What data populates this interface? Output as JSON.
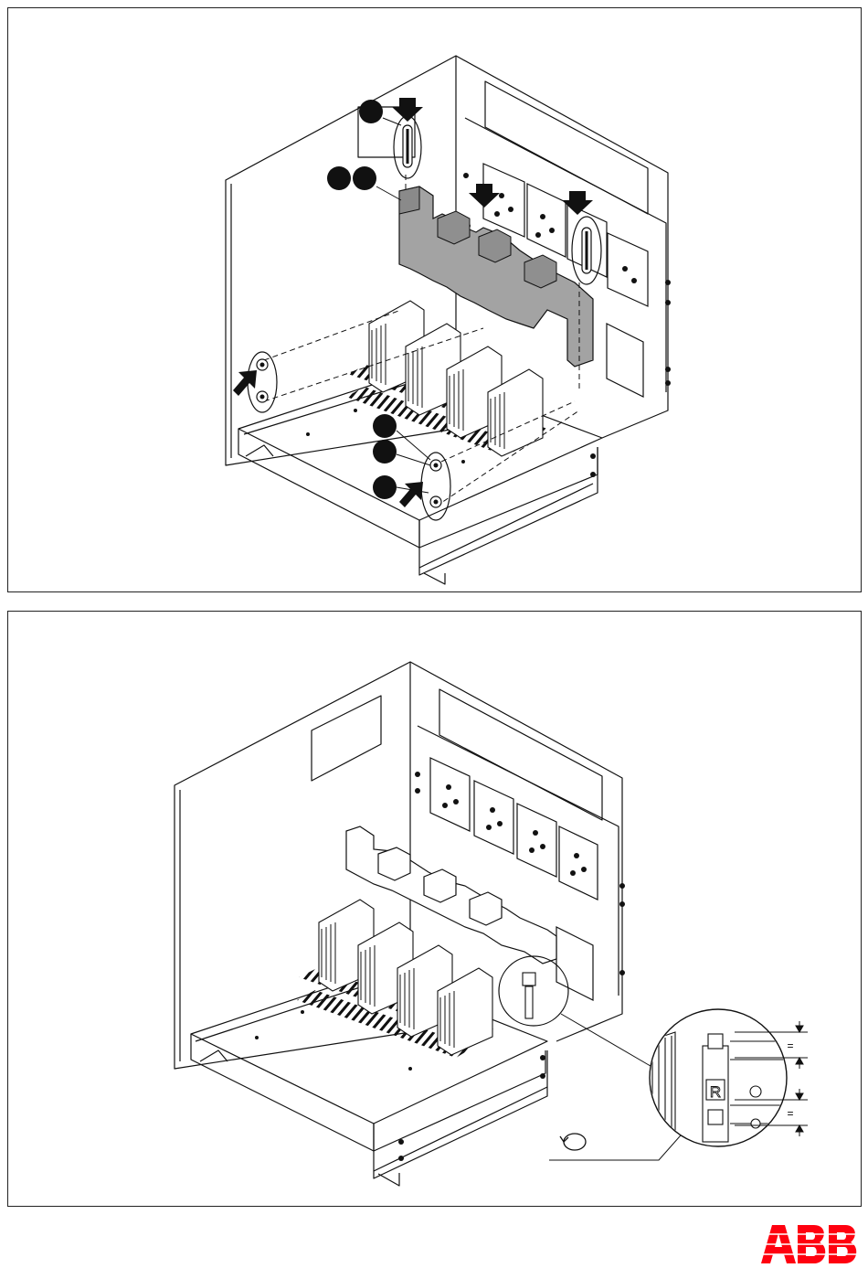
{
  "figures": [
    {
      "id": "removal",
      "callouts": [
        "",
        "",
        "",
        "",
        "",
        ""
      ],
      "arrows": [
        "down",
        "down",
        "down",
        "up-right",
        "up-right"
      ]
    },
    {
      "id": "installation",
      "detail": {
        "label_r": "R",
        "dimension_marks": [
          "=",
          "="
        ],
        "torque_icon": "rotation-arrow-icon"
      }
    }
  ],
  "logo": {
    "text": "ABB",
    "color": "#ff000f"
  },
  "colors": {
    "line": "#111111",
    "busbar": "#a3a3a3",
    "busbar_dark": "#7d7d7d",
    "callout": "#111111"
  }
}
